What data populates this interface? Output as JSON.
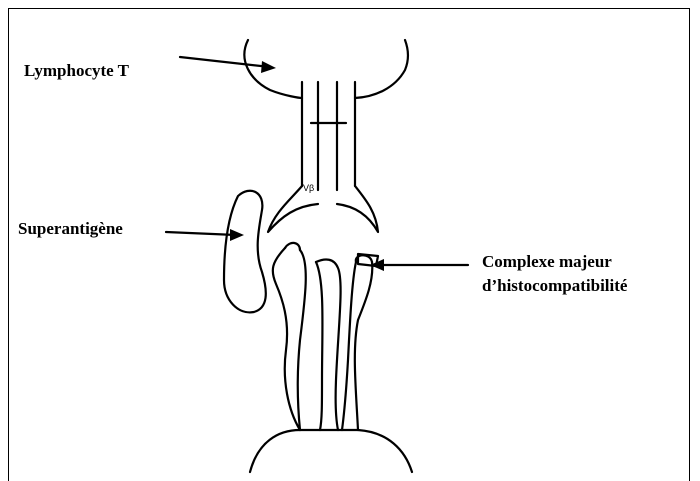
{
  "labels": {
    "lymphocyte": "Lymphocyte T",
    "superantigen": "Superantigène",
    "cmh_line1": "Complexe majeur",
    "cmh_line2": "d’histocompatibilité",
    "vbeta": "Vβ"
  }
}
